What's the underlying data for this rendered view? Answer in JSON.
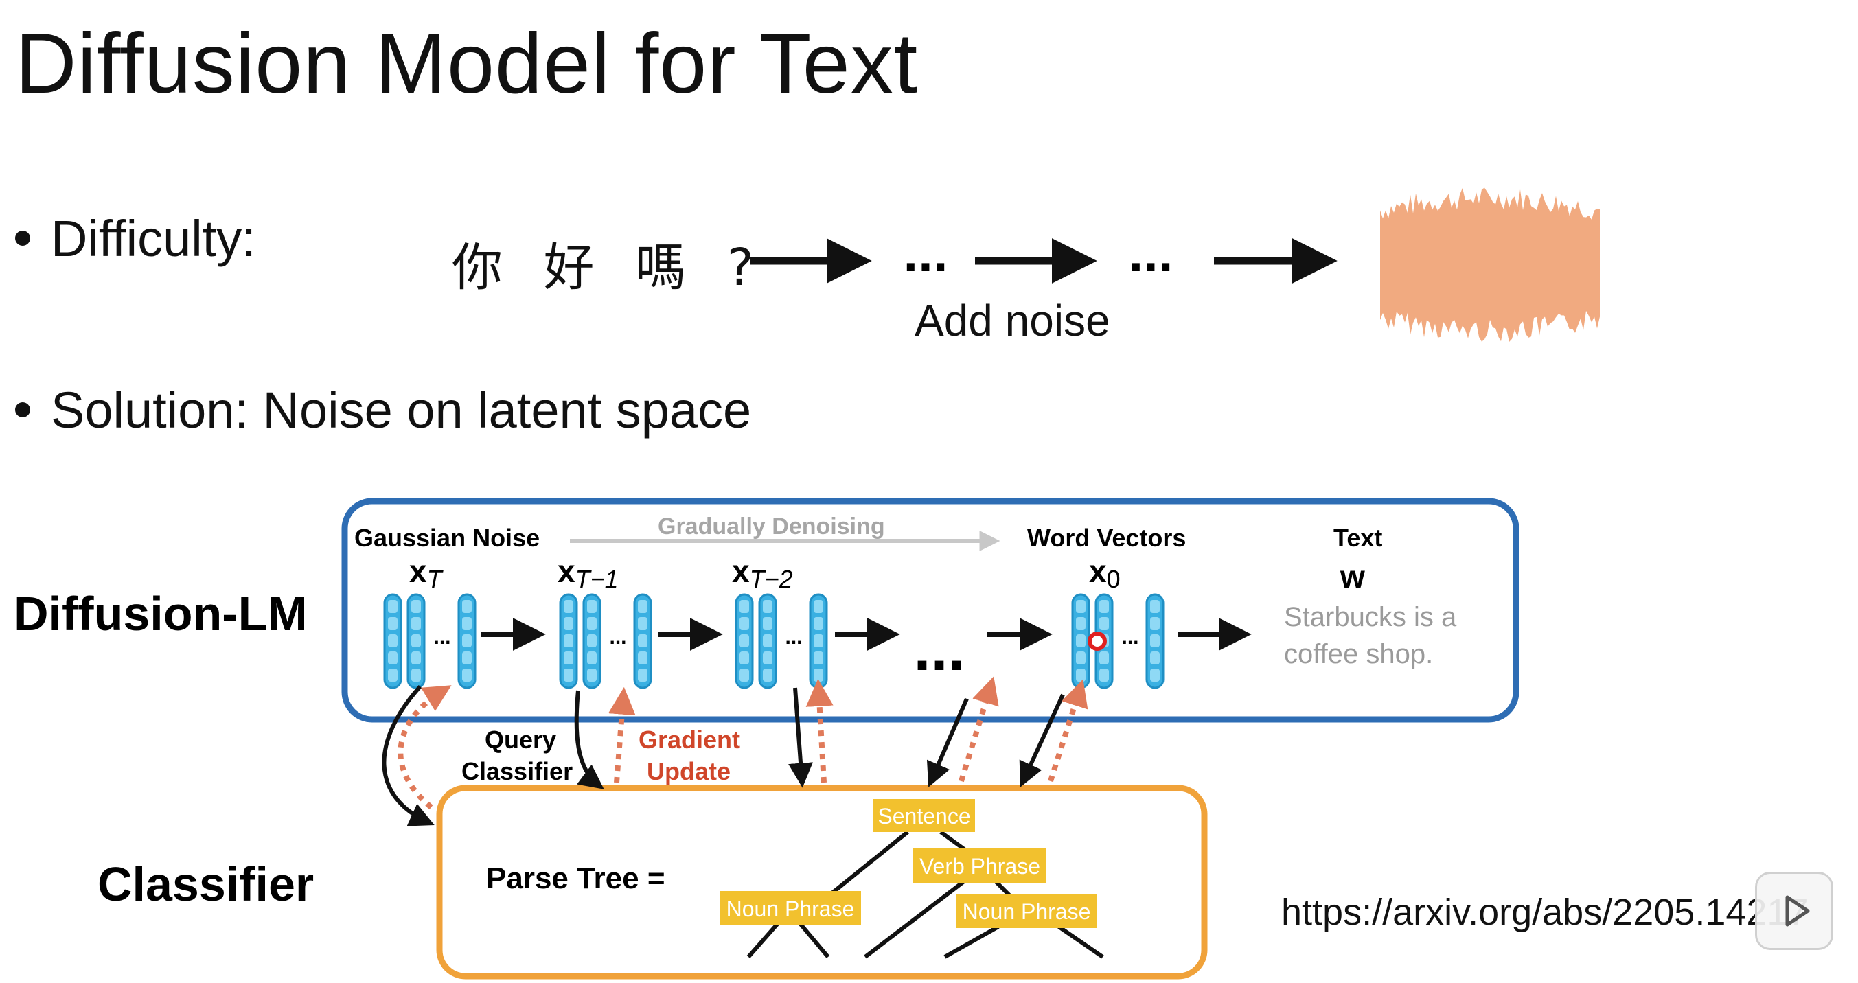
{
  "slide": {
    "title": "Diffusion Model for Text",
    "bullet_difficulty": "Difficulty:",
    "bullet_solution": "Solution: Noise on latent space",
    "difficulty_text": "你 好 嗎 ?",
    "ellipsis": "...",
    "add_noise_label": "Add noise",
    "url": "https://arxiv.org/abs/2205.14217"
  },
  "diagram": {
    "diffusion_lm_label": "Diffusion-LM",
    "classifier_label": "Classifier",
    "gaussian_noise": "Gaussian Noise",
    "gradually_denoising": "Gradually Denoising",
    "word_vectors": "Word Vectors",
    "text_header": "Text",
    "x_T": "x",
    "x_T_sub": "T",
    "x_T1": "x",
    "x_T1_sub": "T−1",
    "x_T2": "x",
    "x_T2_sub": "T−2",
    "x_0": "x",
    "x_0_sub": "0",
    "w": "w",
    "mid_ellipsis": "...",
    "text_line1": "Starbucks is a",
    "text_line2": "coffee shop.",
    "query_line1": "Query",
    "query_line2": "Classifier",
    "gradient_line1": "Gradient",
    "gradient_line2": "Update",
    "parse_tree_label": "Parse Tree =",
    "node_sentence": "Sentence",
    "node_verb_phrase": "Verb Phrase",
    "node_noun_phrase_left": "Noun Phrase",
    "node_noun_phrase_right": "Noun Phrase"
  },
  "colors": {
    "diffusion_box": "#2e6db4",
    "classifier_box": "#f0a23a",
    "vector": "#3ab0e2",
    "gradient": "#e07a5a",
    "node": "#f2c12e",
    "noise": "#f1aa80"
  }
}
